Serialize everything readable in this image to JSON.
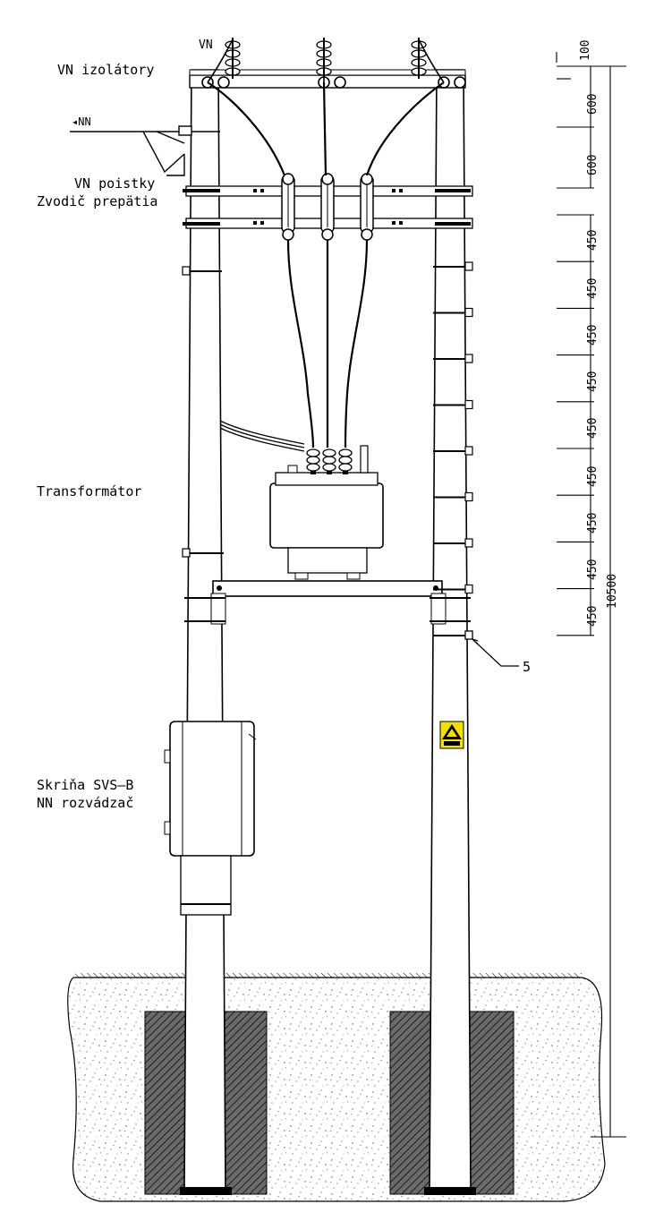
{
  "labels": {
    "vn_top": "VN",
    "vn_insulators": "VN izolátory",
    "nn_line": "◂NN",
    "vn_fuses_1": "VN poistky",
    "vn_fuses_2": "Zvodič prepätia",
    "transformer": "Transformátor",
    "cabinet_1": "Skriňa SVS–B",
    "cabinet_2": "NN rozvádzač",
    "callout_5": "5"
  },
  "dimensions": {
    "top_small": "100",
    "seg_600_a": "600",
    "seg_600_b": "600",
    "steps": [
      "450",
      "450",
      "450",
      "450",
      "450",
      "450",
      "450",
      "450",
      "450"
    ],
    "total": "10500"
  }
}
